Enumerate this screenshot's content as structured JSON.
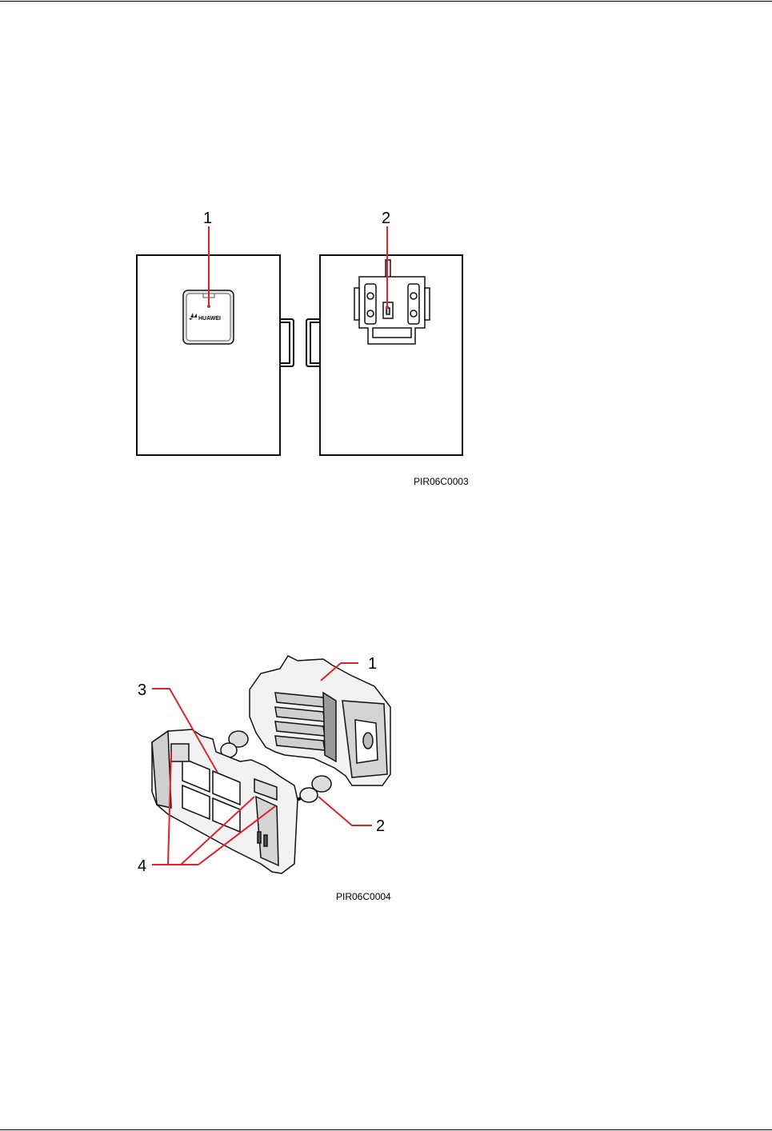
{
  "figure1": {
    "callouts": [
      "1",
      "2"
    ],
    "logo_text": "HUAWEI",
    "figure_id": "PIR06C0003"
  },
  "figure2": {
    "callouts": [
      "1",
      "2",
      "3",
      "4"
    ],
    "figure_id": "PIR06C0004"
  },
  "colors": {
    "callout_line": "#e0232b",
    "outline": "#111111",
    "fill_light": "#f2f2f2",
    "fill_mid": "#cfcfcf",
    "fill_dark": "#9a9a9a"
  }
}
